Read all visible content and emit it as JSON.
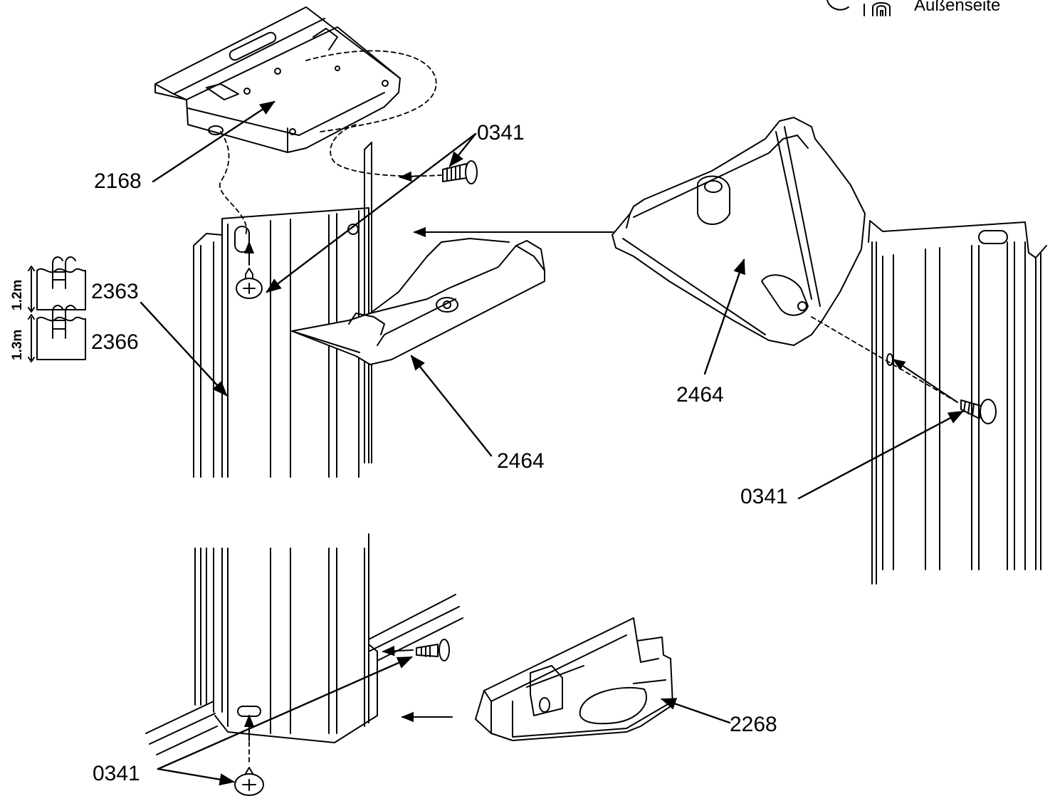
{
  "corner_note": {
    "text": "Außenseite",
    "icon": "pool-outside-icon"
  },
  "parts": {
    "cap_top": "2168",
    "screw_top": "0341",
    "profile_1_2m": "2363",
    "profile_1_3m": "2366",
    "bracket_center": "2464",
    "bracket_right": "2464",
    "screw_right": "0341",
    "base_plate": "2268",
    "screw_bottom": "0341"
  },
  "heights": {
    "h1": "1.2m",
    "h2": "1.3m"
  }
}
